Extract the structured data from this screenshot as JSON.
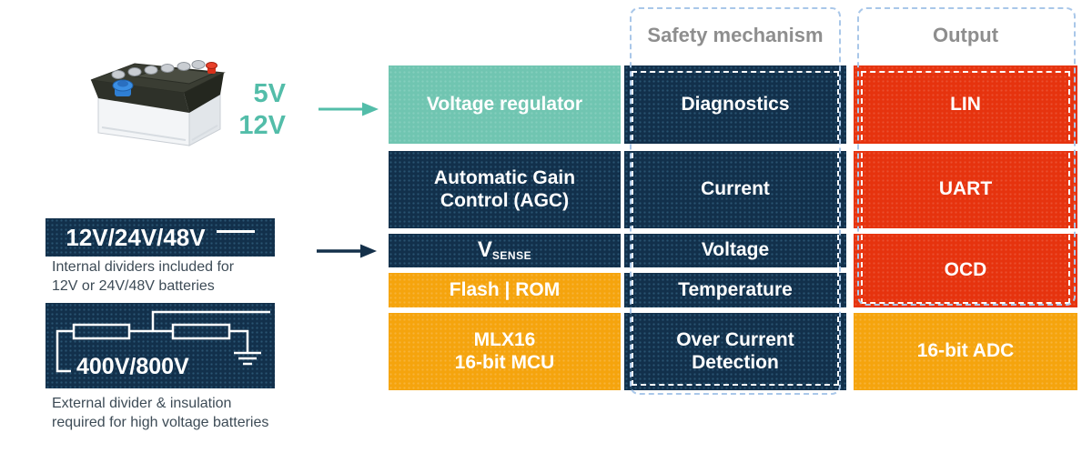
{
  "palette": {
    "navy": "#12304b",
    "teal_box": "#70c5b1",
    "teal_text": "#53bda9",
    "orange": "#f5a40d",
    "red": "#e6330e",
    "dashed_blue": "#a9c7e9",
    "header_gray": "#8e8e8e",
    "caption_gray": "#3d4b56"
  },
  "source": {
    "battery_icon": "car-battery-photo",
    "voltage_labels": "5V\n12V"
  },
  "low_voltage": {
    "box_label": "12V/24V/48V",
    "caption": "Internal dividers included for\n12V or 24V/48V batteries"
  },
  "high_voltage": {
    "box_label": "400V/800V",
    "caption": "External divider & insulation\nrequired for high voltage batteries"
  },
  "chip_column": {
    "regulator": "Voltage regulator",
    "agc": "Automatic Gain\nControl (AGC)",
    "vsense_main": "V",
    "vsense_sub": "SENSE",
    "memory": "Flash | ROM",
    "mcu": "MLX16\n16-bit MCU"
  },
  "safety_column": {
    "header": "Safety mechanism",
    "items": [
      "Diagnostics",
      "Current",
      "Voltage",
      "Temperature",
      "Over Current\nDetection"
    ]
  },
  "output_column": {
    "header": "Output",
    "items": [
      "LIN",
      "UART",
      "OCD"
    ],
    "adc": "16-bit ADC"
  }
}
